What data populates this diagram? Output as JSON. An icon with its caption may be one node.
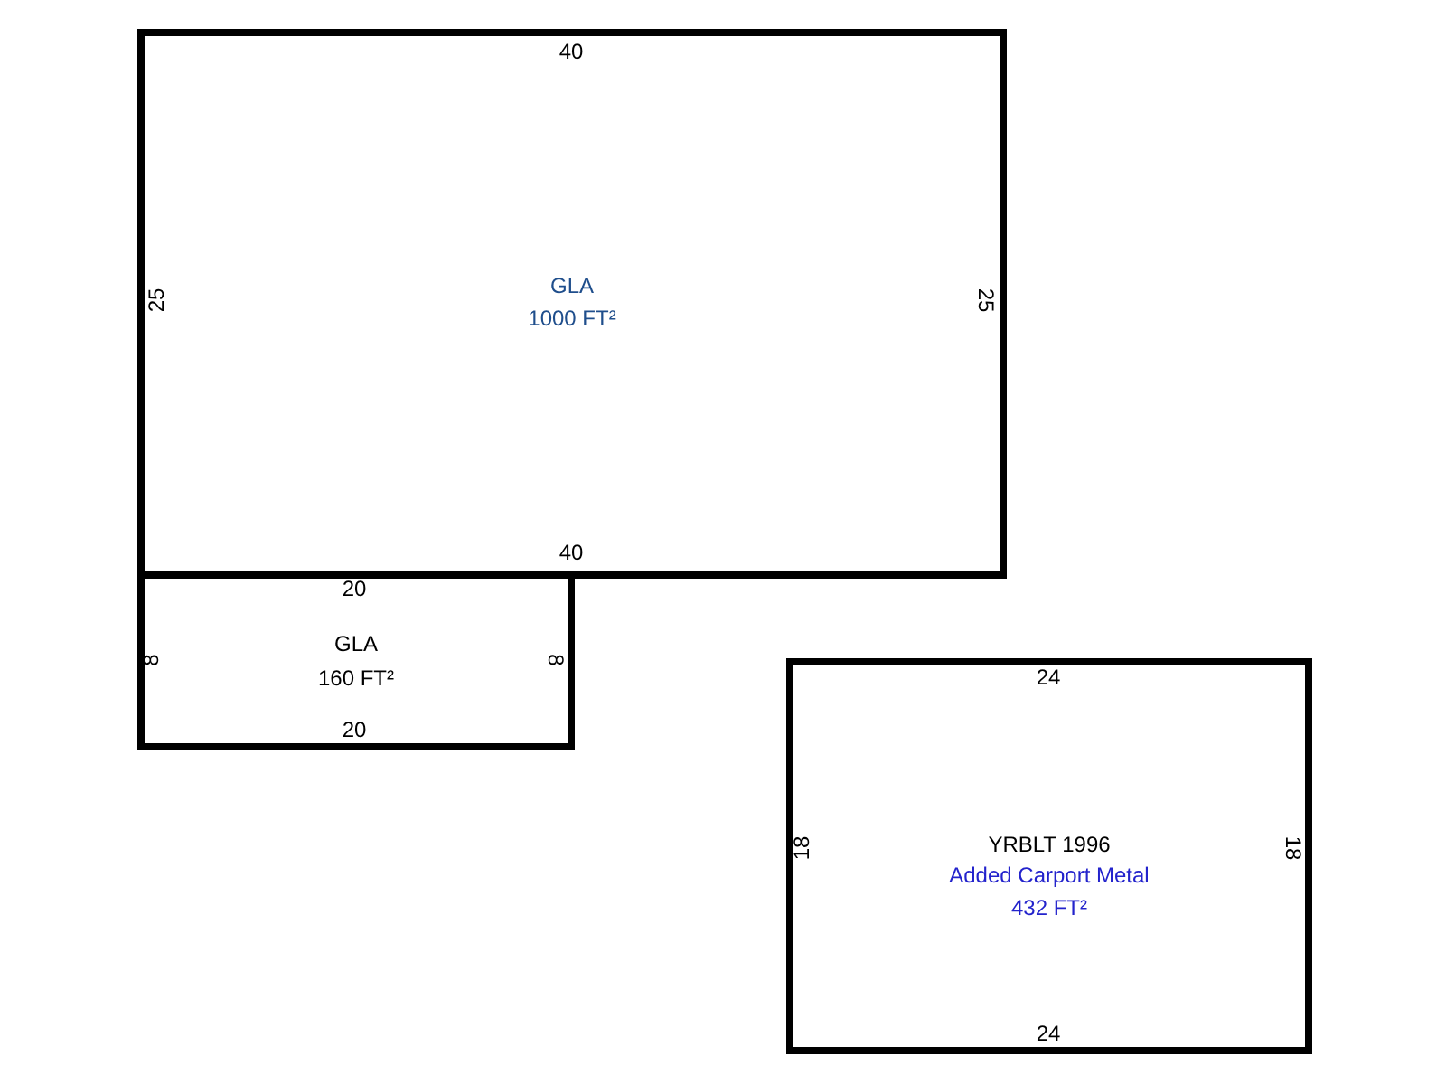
{
  "diagram": {
    "nodes": [
      {
        "text": [
          "GLA",
          "1000 FT²"
        ]
      },
      {
        "text": [
          "GLA",
          "160 FT²"
        ]
      },
      {
        "text": [
          "YRBLT 1996",
          "Added Carport Metal",
          "432 FT²"
        ]
      }
    ],
    "labels": [
      "40",
      "25",
      "25",
      "40",
      "20",
      "8",
      "8",
      "20",
      "24",
      "18",
      "18",
      "24"
    ]
  }
}
